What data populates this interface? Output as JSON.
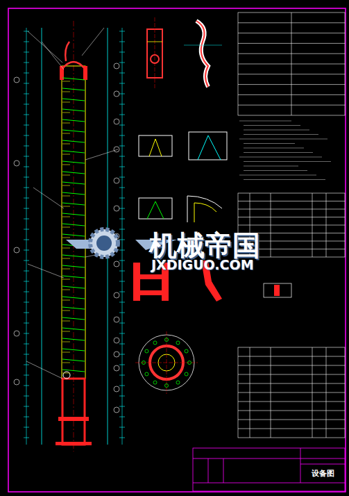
{
  "diagram": {
    "nodes": [
      {
        "text": [
          "设备图"
        ]
      }
    ],
    "labels": [
      "机械帝国",
      "JXDIGUO.COM"
    ]
  }
}
